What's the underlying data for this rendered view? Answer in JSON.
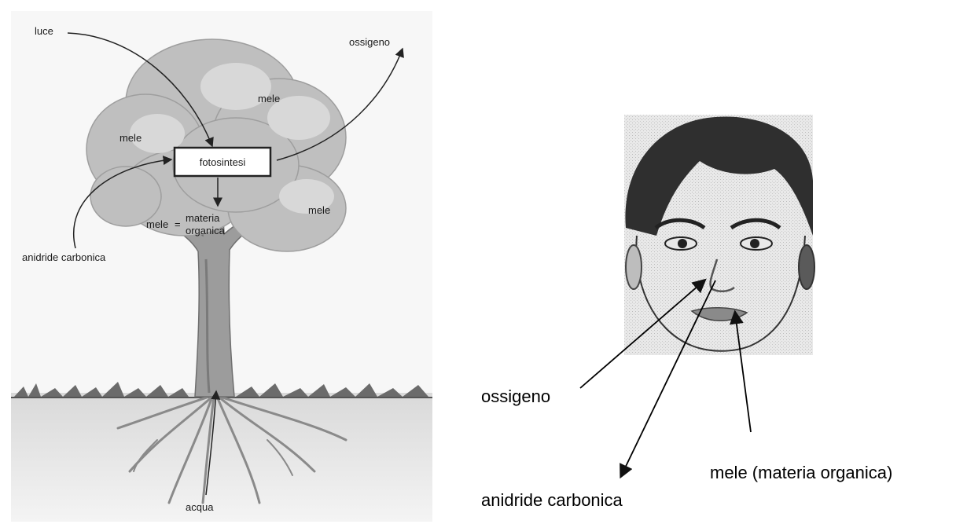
{
  "tree_panel": {
    "labels": {
      "light": "luce",
      "oxygen": "ossigeno",
      "apples_top": "mele",
      "apples_left": "mele",
      "apples_right": "mele",
      "apples_bottom": "mele",
      "equals": "=",
      "organic_line1": "materia",
      "organic_line2": "organica",
      "photosynthesis": "fotosintesi",
      "carbon_dioxide": "anidride carbonica",
      "water": "acqua"
    }
  },
  "face_panel": {
    "labels": {
      "oxygen": "ossigeno",
      "apples_organic": "mele (materia organica)",
      "carbon_dioxide": "anidride carbonica"
    }
  }
}
